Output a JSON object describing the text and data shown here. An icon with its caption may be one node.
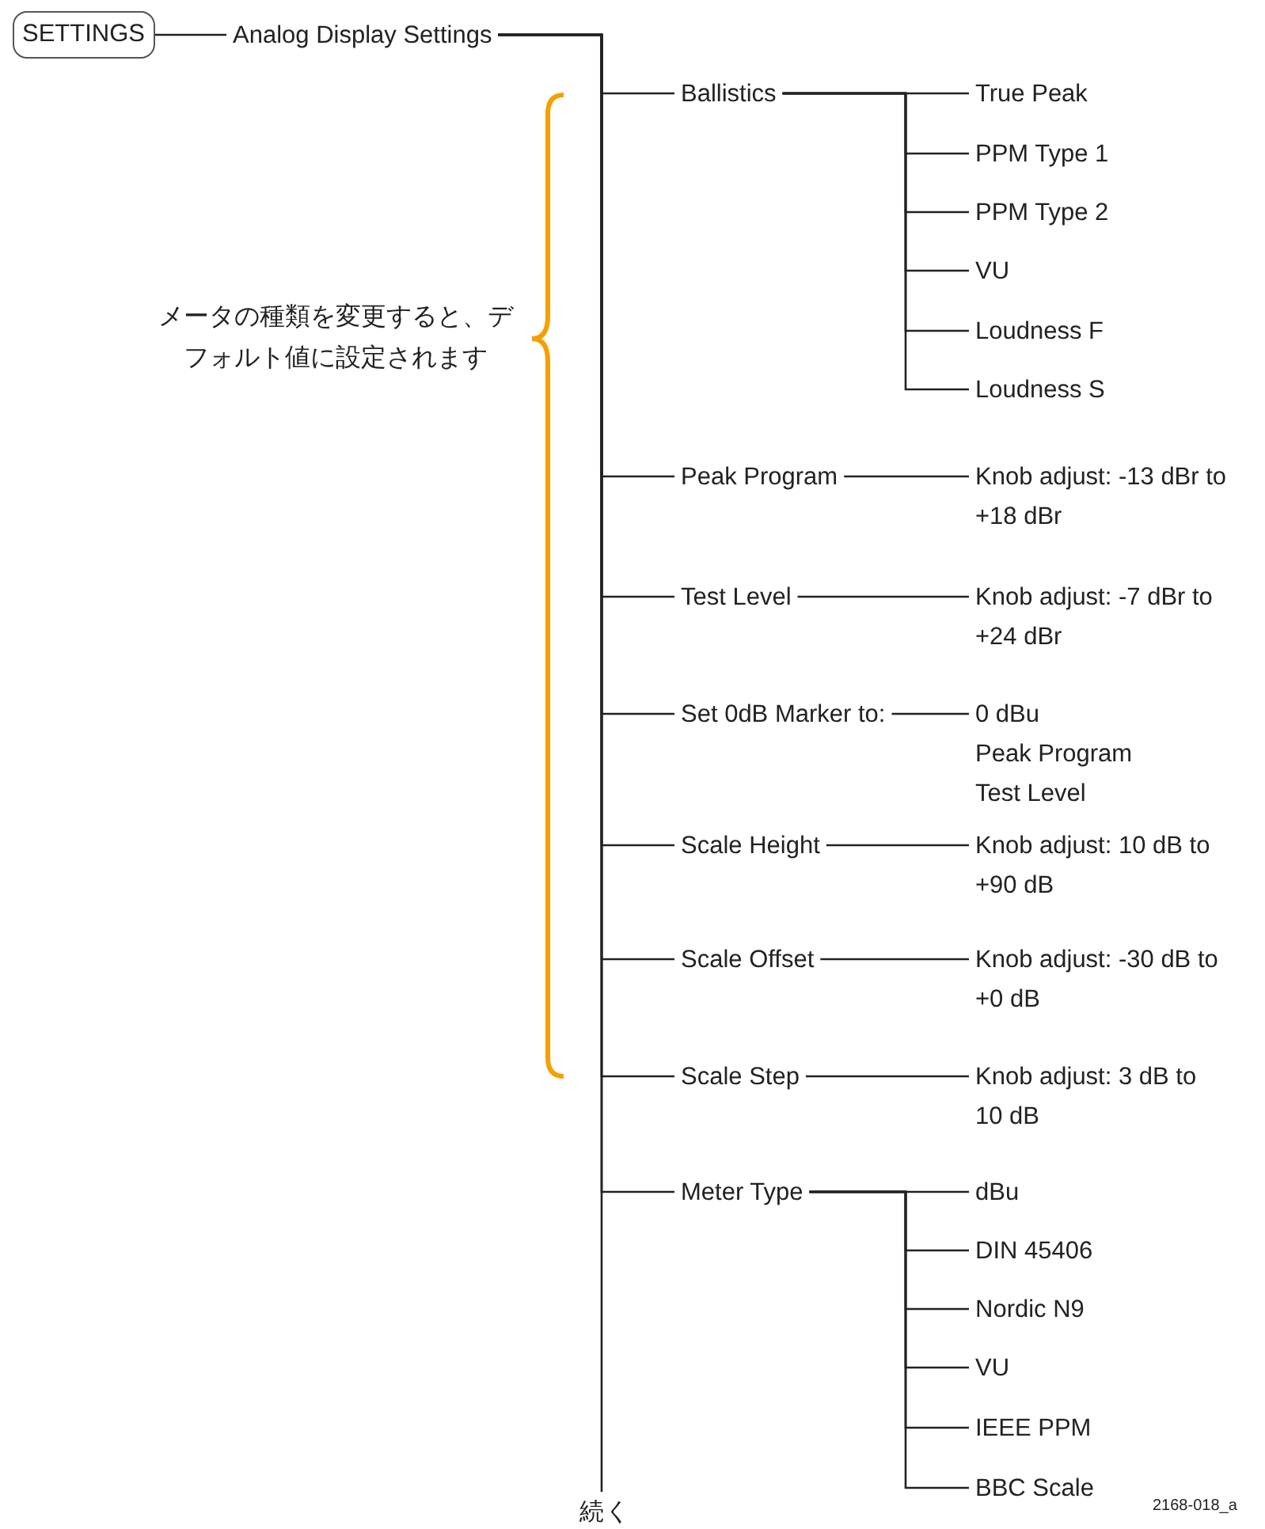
{
  "diagram": {
    "nodes": [
      {
        "text": [
          "SETTINGS"
        ]
      },
      {
        "text": [
          "Analog Display Settings"
        ]
      },
      {
        "text": [
          "Ballistics"
        ]
      },
      {
        "text": [
          "True Peak"
        ]
      },
      {
        "text": [
          "PPM Type 1"
        ]
      },
      {
        "text": [
          "PPM Type 2"
        ]
      },
      {
        "text": [
          "VU"
        ]
      },
      {
        "text": [
          "Loudness F"
        ]
      },
      {
        "text": [
          "Loudness S"
        ]
      },
      {
        "text": [
          "Peak Program"
        ]
      },
      {
        "text": [
          "Knob adjust: -13 dBr to +18 dBr"
        ]
      },
      {
        "text": [
          "Test Level"
        ]
      },
      {
        "text": [
          "Knob adjust: -7 dBr to +24 dBr"
        ]
      },
      {
        "text": [
          "Set 0dB Marker to:"
        ]
      },
      {
        "text": [
          "0 dBu",
          "Peak Program",
          "Test Level"
        ]
      },
      {
        "text": [
          "Scale Height"
        ]
      },
      {
        "text": [
          "Knob adjust: 10 dB to +90 dB"
        ]
      },
      {
        "text": [
          "Scale Offset"
        ]
      },
      {
        "text": [
          "Knob adjust: -30 dB to +0 dB"
        ]
      },
      {
        "text": [
          "Scale Step"
        ]
      },
      {
        "text": [
          "Knob adjust: 3 dB to 10 dB"
        ]
      },
      {
        "text": [
          "Meter Type"
        ]
      },
      {
        "text": [
          "dBu"
        ]
      },
      {
        "text": [
          "DIN 45406"
        ]
      },
      {
        "text": [
          "Nordic N9"
        ]
      },
      {
        "text": [
          "VU"
        ]
      },
      {
        "text": [
          "IEEE PPM"
        ]
      },
      {
        "text": [
          "BBC Scale"
        ]
      },
      {
        "text": [
          "続く"
        ]
      }
    ],
    "edges": [
      {
        "from": 0,
        "to": 1,
        "arrow": "none"
      },
      {
        "from": 1,
        "to": 2,
        "arrow": "none"
      },
      {
        "from": 2,
        "to": 3,
        "arrow": "none"
      },
      {
        "from": 2,
        "to": 4,
        "arrow": "none"
      },
      {
        "from": 2,
        "to": 5,
        "arrow": "none"
      },
      {
        "from": 2,
        "to": 6,
        "arrow": "none"
      },
      {
        "from": 2,
        "to": 7,
        "arrow": "none"
      },
      {
        "from": 2,
        "to": 8,
        "arrow": "none"
      },
      {
        "from": 1,
        "to": 9,
        "arrow": "none"
      },
      {
        "from": 9,
        "to": 10,
        "arrow": "none"
      },
      {
        "from": 1,
        "to": 11,
        "arrow": "none"
      },
      {
        "from": 11,
        "to": 12,
        "arrow": "none"
      },
      {
        "from": 1,
        "to": 13,
        "arrow": "none"
      },
      {
        "from": 13,
        "to": 14,
        "arrow": "none"
      },
      {
        "from": 1,
        "to": 15,
        "arrow": "none"
      },
      {
        "from": 15,
        "to": 16,
        "arrow": "none"
      },
      {
        "from": 1,
        "to": 17,
        "arrow": "none"
      },
      {
        "from": 17,
        "to": 18,
        "arrow": "none"
      },
      {
        "from": 1,
        "to": 19,
        "arrow": "none"
      },
      {
        "from": 19,
        "to": 20,
        "arrow": "none"
      },
      {
        "from": 1,
        "to": 21,
        "arrow": "none"
      },
      {
        "from": 21,
        "to": 22,
        "arrow": "none"
      },
      {
        "from": 21,
        "to": 23,
        "arrow": "none"
      },
      {
        "from": 21,
        "to": 24,
        "arrow": "none"
      },
      {
        "from": 21,
        "to": 25,
        "arrow": "none"
      },
      {
        "from": 21,
        "to": 26,
        "arrow": "none"
      },
      {
        "from": 21,
        "to": 27,
        "arrow": "none"
      },
      {
        "from": 1,
        "to": 28,
        "arrow": "none"
      }
    ],
    "labels": [
      "メータの種類を変更すると、デフォルト値に設定されます",
      "2168-018_a"
    ]
  }
}
